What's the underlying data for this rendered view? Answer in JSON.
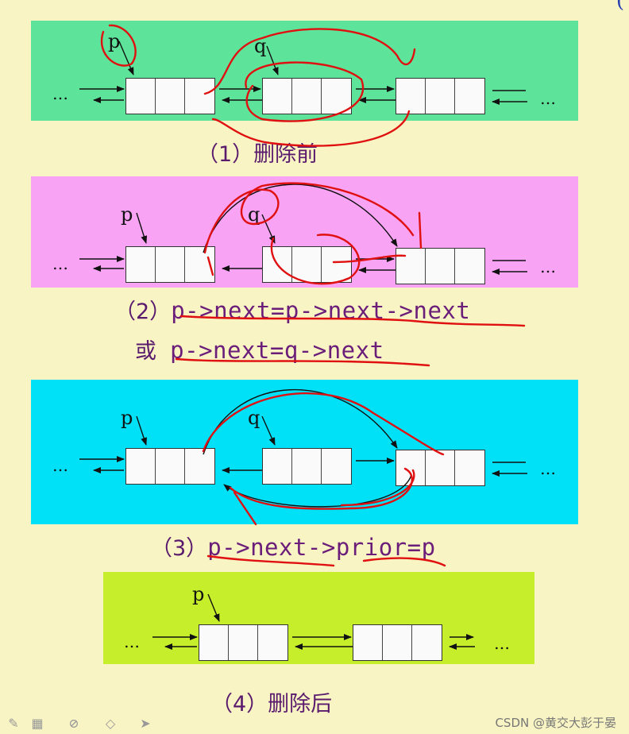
{
  "panels": {
    "p1": {
      "caption": "（1）删除前",
      "p_label": "p",
      "q_label": "q",
      "ellipsis": "…"
    },
    "p2": {
      "caption_num": "（2）",
      "caption_code1": "p->next=p->next->next",
      "caption_or": "或",
      "caption_code2": "p->next=q->next",
      "p_label": "p",
      "q_label": "q",
      "ellipsis": "…"
    },
    "p3": {
      "caption_num": "（3）",
      "caption_code": "p->next->prior=p",
      "p_label": "p",
      "q_label": "q",
      "ellipsis": "…"
    },
    "p4": {
      "caption": "（4）删除后",
      "p_label": "p",
      "ellipsis": "…"
    }
  },
  "top_bracket": "(",
  "watermark": "CSDN @黄交大彭于晏",
  "toolbar": {
    "icons": [
      "pen-icon",
      "whiteboard-icon",
      "eraser-icon",
      "highlighter-icon",
      "pointer-icon"
    ]
  },
  "colors": {
    "annotation_red": "#e01010",
    "panel1": "#5ee49a",
    "panel2": "#f8a3f4",
    "panel3": "#00e1f8",
    "panel4": "#c7ee2b"
  }
}
